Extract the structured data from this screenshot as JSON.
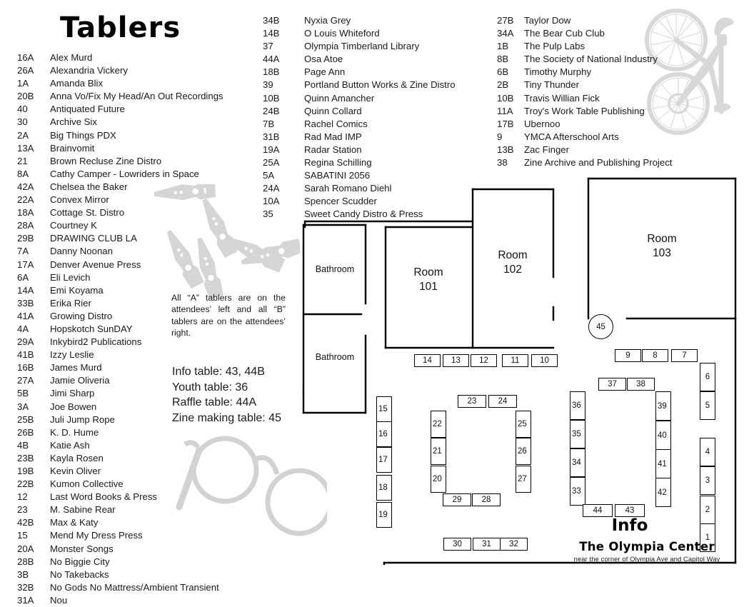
{
  "title": "Tablers",
  "columns": {
    "col1": [
      {
        "code": "16A",
        "name": "Alex Murd"
      },
      {
        "code": "26A",
        "name": "Alexandria Vickery"
      },
      {
        "code": "1A",
        "name": "Amanda Blix"
      },
      {
        "code": "20B",
        "name": "Anna Vo/Fix My Head/An Out Recordings"
      },
      {
        "code": "40",
        "name": "Antiquated Future"
      },
      {
        "code": "30",
        "name": "Archive Six"
      },
      {
        "code": "2A",
        "name": "Big Things PDX"
      },
      {
        "code": "13A",
        "name": "Brainvomit"
      },
      {
        "code": "21",
        "name": "Brown Recluse Zine Distro"
      },
      {
        "code": "8A",
        "name": "Cathy Camper - Lowriders in Space"
      },
      {
        "code": "42A",
        "name": "Chelsea the Baker"
      },
      {
        "code": "22A",
        "name": "Convex Mirror"
      },
      {
        "code": "18A",
        "name": "Cottage St. Distro"
      },
      {
        "code": "28A",
        "name": "Courtney K"
      },
      {
        "code": "29B",
        "name": "DRAWING CLUB LA"
      },
      {
        "code": "7A",
        "name": "Danny Noonan"
      },
      {
        "code": "17A",
        "name": "Denver Avenue Press"
      },
      {
        "code": "6A",
        "name": "Eli Levich"
      },
      {
        "code": "14A",
        "name": "Emi Koyama"
      },
      {
        "code": "33B",
        "name": "Erika Rier"
      },
      {
        "code": "41A",
        "name": "Growing Distro"
      },
      {
        "code": "4A",
        "name": "Hopskotch SunDAY"
      },
      {
        "code": "29A",
        "name": "Inkybird2 Publications"
      },
      {
        "code": "41B",
        "name": "Izzy Leslie"
      },
      {
        "code": "16B",
        "name": "James Murd"
      },
      {
        "code": "27A",
        "name": "Jamie Oliveria"
      },
      {
        "code": "5B",
        "name": "Jimi Sharp"
      },
      {
        "code": "3A",
        "name": "Joe Bowen"
      },
      {
        "code": "25B",
        "name": "Juli Jump Rope"
      },
      {
        "code": "26B",
        "name": "K. D. Hume"
      },
      {
        "code": "4B",
        "name": "Katie Ash"
      },
      {
        "code": "23B",
        "name": "Kayla Rosen"
      },
      {
        "code": "19B",
        "name": "Kevin Oliver"
      },
      {
        "code": "22B",
        "name": "Kumon Collective"
      },
      {
        "code": "12",
        "name": "Last Word Books & Press"
      },
      {
        "code": "23",
        "name": "M. Sabine Rear"
      },
      {
        "code": "42B",
        "name": "Max & Katy"
      },
      {
        "code": "15",
        "name": "Mend My Dress Press"
      },
      {
        "code": "20A",
        "name": "Monster Songs"
      },
      {
        "code": "28B",
        "name": "No Biggie City"
      },
      {
        "code": "3B",
        "name": "No Takebacks"
      },
      {
        "code": "32B",
        "name": "No Gods No Mattress/Ambient Transient"
      },
      {
        "code": "31A",
        "name": "Nou"
      }
    ],
    "col2": [
      {
        "code": "34B",
        "name": "Nyxia Grey"
      },
      {
        "code": "14B",
        "name": "O Louis Whiteford"
      },
      {
        "code": "37",
        "name": "Olympia Timberland Library"
      },
      {
        "code": "44A",
        "name": "Osa Atoe"
      },
      {
        "code": "18B",
        "name": "Page Ann"
      },
      {
        "code": "39",
        "name": "Portland Button Works & Zine Distro"
      },
      {
        "code": "10B",
        "name": "Quinn Amancher"
      },
      {
        "code": "24B",
        "name": "Quinn Collard"
      },
      {
        "code": "7B",
        "name": "Rachel Comics"
      },
      {
        "code": "31B",
        "name": "Rad Mad IMP"
      },
      {
        "code": "19A",
        "name": "Radar Station"
      },
      {
        "code": "25A",
        "name": "Regina Schilling"
      },
      {
        "code": "5A",
        "name": "SABATINI 2056"
      },
      {
        "code": "24A",
        "name": "Sarah Romano Diehl"
      },
      {
        "code": "10A",
        "name": "Spencer Scudder"
      },
      {
        "code": "35",
        "name": "Sweet Candy Distro & Press"
      }
    ],
    "col3": [
      {
        "code": "27B",
        "name": "Taylor Dow"
      },
      {
        "code": "34A",
        "name": "The Bear Cub Club"
      },
      {
        "code": "1B",
        "name": "The Pulp Labs"
      },
      {
        "code": "8B",
        "name": "The Society of National Industry"
      },
      {
        "code": "6B",
        "name": "Timothy Murphy"
      },
      {
        "code": "2B",
        "name": "Tiny Thunder"
      },
      {
        "code": "10B",
        "name": "Travis Willian Fick"
      },
      {
        "code": "11A",
        "name": "Troy's Work Table Publishing"
      },
      {
        "code": "17B",
        "name": "Ubernoo"
      },
      {
        "code": "9",
        "name": "YMCA Afterschool Arts"
      },
      {
        "code": "13B",
        "name": "Zac Finger"
      },
      {
        "code": "38",
        "name": "Zine Archive and Publishing Project"
      }
    ]
  },
  "notes": {
    "ab_note": "All “A” tablers are on the attendees’ left and all “B” tablers are on the attendees’ right.",
    "special_tables": [
      "Info table: 43, 44B",
      "Youth table: 36",
      "Raffle table: 44A",
      "Zine making table: 45"
    ]
  },
  "floorplan": {
    "rooms": [
      {
        "id": "room-101",
        "line1": "Room",
        "line2": "101"
      },
      {
        "id": "room-102",
        "line1": "Room",
        "line2": "102"
      },
      {
        "id": "room-103",
        "line1": "Room",
        "line2": "103"
      }
    ],
    "bathrooms": [
      "Bathroom",
      "Bathroom"
    ],
    "info_label": "Info",
    "venue": {
      "name": "The Olympia Center",
      "subtitle": "near the corner of Olympia Ave and Capitol Way"
    },
    "tables": {
      "top_row": [
        "14",
        "13",
        "12",
        "11",
        "10"
      ],
      "left_col": [
        "15",
        "16",
        "17",
        "18",
        "19"
      ],
      "center_top": [
        "23",
        "24"
      ],
      "center_left": [
        "22",
        "21",
        "20"
      ],
      "center_right": [
        "25",
        "26",
        "27"
      ],
      "center_bottom": [
        "29",
        "28"
      ],
      "bottom_row": [
        "30",
        "31",
        "32"
      ],
      "mid_right_col": [
        "36",
        "35",
        "34",
        "33"
      ],
      "upper_right_row": [
        "9",
        "8",
        "7"
      ],
      "pair_3738": [
        "37",
        "38"
      ],
      "right_inner_col": [
        "39",
        "40",
        "41",
        "42"
      ],
      "far_right_upper": [
        "6",
        "5"
      ],
      "far_right_lower": [
        "4",
        "3",
        "2",
        "1"
      ],
      "info_pair": [
        "44",
        "43"
      ],
      "circle": "45"
    }
  },
  "colors": {
    "ink": "#111111",
    "line": "#000000",
    "deco": "#d2d2d2",
    "background": "#ffffff"
  }
}
